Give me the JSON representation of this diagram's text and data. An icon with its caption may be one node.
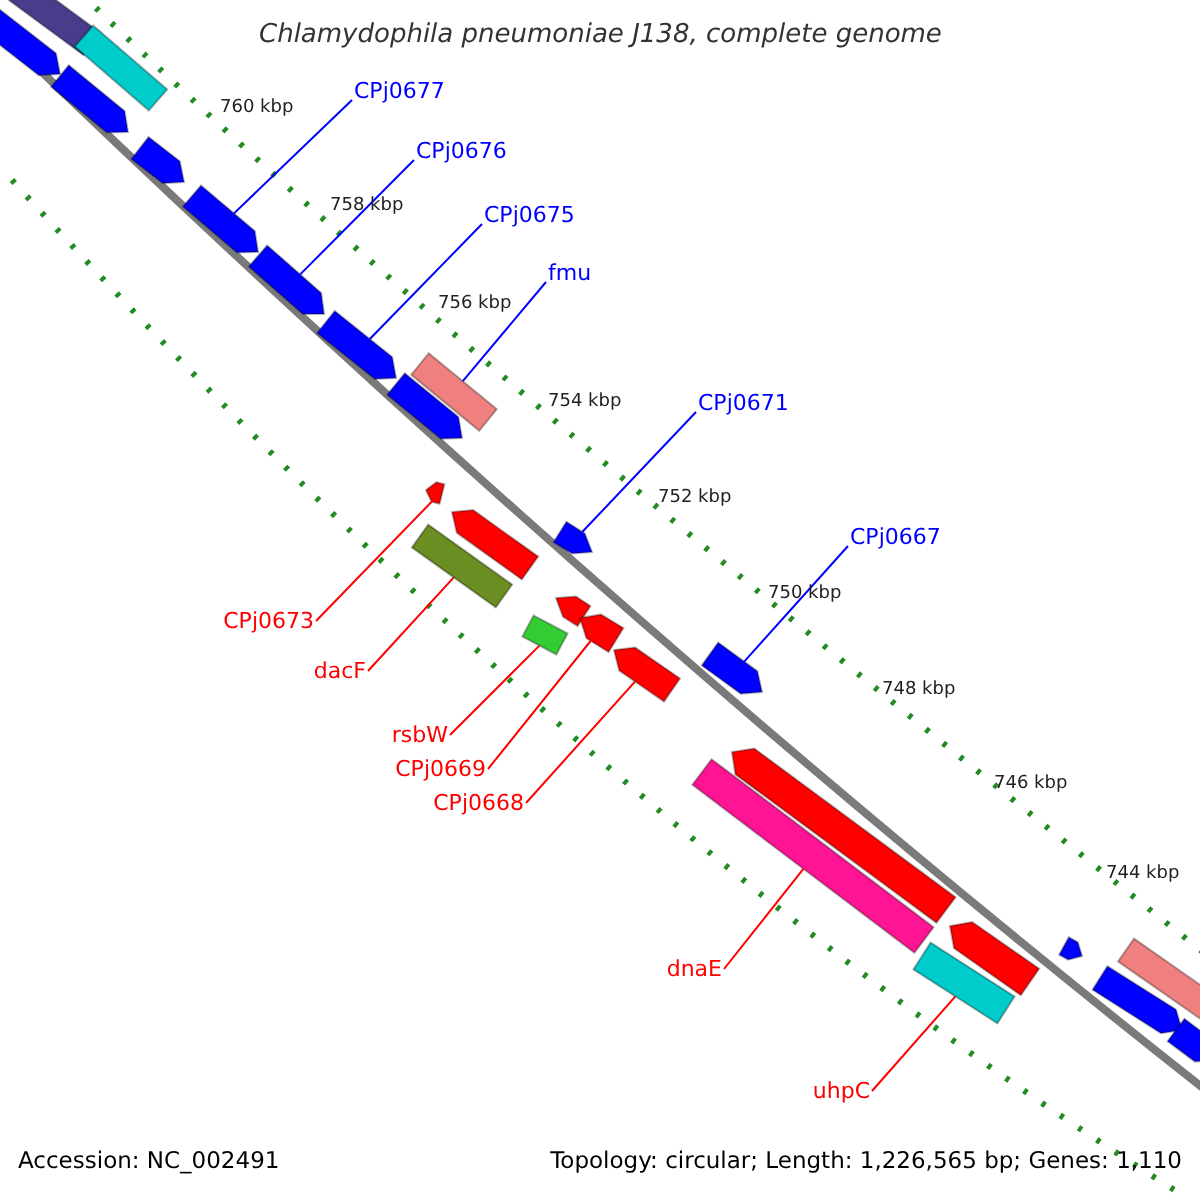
{
  "diagram": {
    "title": "Chlamydophila pneumoniae J138, complete genome",
    "nodes": [
      {
        "text": [
          "CPj0677"
        ]
      },
      {
        "text": [
          "CPj0676"
        ]
      },
      {
        "text": [
          "CPj0675"
        ]
      },
      {
        "text": [
          "fmu"
        ]
      },
      {
        "text": [
          "CPj0671"
        ]
      },
      {
        "text": [
          "CPj0667"
        ]
      },
      {
        "text": [
          "CPj0673"
        ]
      },
      {
        "text": [
          "dacF"
        ]
      },
      {
        "text": [
          "rsbW"
        ]
      },
      {
        "text": [
          "CPj0669"
        ]
      },
      {
        "text": [
          "CPj0668"
        ]
      },
      {
        "text": [
          "dnaE"
        ]
      },
      {
        "text": [
          "uhpC"
        ]
      },
      {
        "text": [],
        "shape": "arrow"
      },
      {
        "text": [],
        "shape": "bar"
      },
      {
        "text": [],
        "shape": "bar"
      },
      {
        "text": [],
        "shape": "arrow"
      },
      {
        "text": [],
        "shape": "arrow"
      },
      {
        "text": [],
        "shape": "arrow"
      },
      {
        "text": [],
        "shape": "arrow"
      },
      {
        "text": [],
        "shape": "arrow"
      },
      {
        "text": [],
        "shape": "arrow"
      },
      {
        "text": [],
        "shape": "bar"
      },
      {
        "text": [],
        "shape": "arrow"
      },
      {
        "text": [],
        "shape": "arrow"
      },
      {
        "text": [],
        "shape": "bar"
      },
      {
        "text": [],
        "shape": "arrow"
      },
      {
        "text": [],
        "shape": "arrow"
      },
      {
        "text": [],
        "shape": "bar"
      },
      {
        "text": [],
        "shape": "arrow"
      },
      {
        "text": [],
        "shape": "arrow"
      },
      {
        "text": [],
        "shape": "arrow"
      },
      {
        "text": [],
        "shape": "arrow"
      },
      {
        "text": [],
        "shape": "bar"
      },
      {
        "text": [],
        "shape": "arrow"
      },
      {
        "text": [],
        "shape": "bar"
      },
      {
        "text": [],
        "shape": "arrow"
      },
      {
        "text": [],
        "shape": "bar"
      },
      {
        "text": [],
        "shape": "arrow"
      },
      {
        "text": [],
        "shape": "arrow"
      }
    ],
    "edges": [
      {
        "from": 0,
        "to": 18,
        "arrow": "none",
        "color": "#0000ff"
      },
      {
        "from": 1,
        "to": 19,
        "arrow": "none",
        "color": "#0000ff"
      },
      {
        "from": 2,
        "to": 20,
        "arrow": "none",
        "color": "#0000ff"
      },
      {
        "from": 3,
        "to": 22,
        "arrow": "none",
        "color": "#0000ff"
      },
      {
        "from": 4,
        "to": 26,
        "arrow": "none",
        "color": "#0000ff"
      },
      {
        "from": 5,
        "to": 31,
        "arrow": "none",
        "color": "#0000ff"
      },
      {
        "from": 6,
        "to": 23,
        "arrow": "none"
      },
      {
        "from": 7,
        "to": 25,
        "arrow": "none"
      },
      {
        "from": 8,
        "to": 28,
        "arrow": "none"
      },
      {
        "from": 9,
        "to": 29,
        "arrow": "none"
      },
      {
        "from": 10,
        "to": 30,
        "arrow": "none"
      },
      {
        "from": 11,
        "to": 33,
        "arrow": "none"
      },
      {
        "from": 12,
        "to": 35,
        "arrow": "none"
      }
    ],
    "labels": [
      "760 kbp",
      "758 kbp",
      "756 kbp",
      "754 kbp",
      "752 kbp",
      "750 kbp",
      "748 kbp",
      "746 kbp",
      "744 kbp",
      "Accession: NC_002491",
      "Topology: circular; Length: 1,226,565 bp; Genes: 1,110"
    ]
  }
}
